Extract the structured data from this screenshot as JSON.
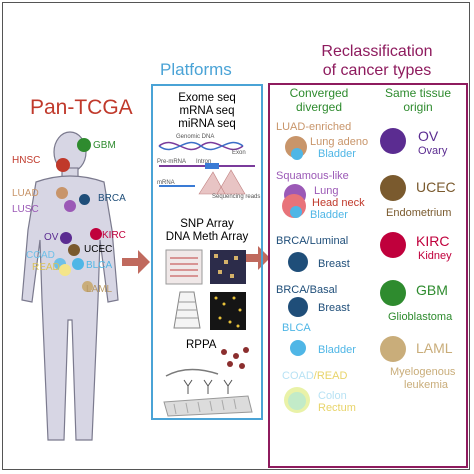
{
  "left_panel": {
    "title": "Pan-TCGA",
    "organs": [
      {
        "label": "GBM",
        "color": "#2e8b2e"
      },
      {
        "label": "HNSC",
        "color": "#c0392b"
      },
      {
        "label": "LUAD",
        "color": "#c8956a"
      },
      {
        "label": "LUSC",
        "color": "#9b59b6"
      },
      {
        "label": "BRCA",
        "color": "#1f4e79"
      },
      {
        "label": "OV",
        "color": "#5b2c91"
      },
      {
        "label": "KIRC",
        "color": "#c0003c"
      },
      {
        "label": "COAD",
        "color": "#6fc0e8"
      },
      {
        "label": "UCEC",
        "color": "#7a5a2e"
      },
      {
        "label": "READ",
        "color": "#f4e58a"
      },
      {
        "label": "BLCA",
        "color": "#4fb6e6"
      },
      {
        "label": "LAML",
        "color": "#c9ad7a"
      }
    ]
  },
  "platforms": {
    "title": "Platforms",
    "seq": [
      "Exome seq",
      "mRNA seq",
      "miRNA seq"
    ],
    "seq_diagram_labels": {
      "genomic_dna": "Genomic DNA",
      "exon": "Exon",
      "pre_mrna": "Pre-mRNA",
      "intron": "Intron",
      "mrna": "mRNA",
      "sequencing_reads": "Sequencing reads"
    },
    "arrays": [
      "SNP Array",
      "DNA Meth Array"
    ],
    "rppa": "RPPA"
  },
  "reclassification": {
    "title_line1": "Reclassification",
    "title_line2": "of cancer types",
    "col_left_head_1": "Converged",
    "col_left_head_2": "diverged",
    "col_right_head_1": "Same tissue",
    "col_right_head_2": "origin",
    "converged": [
      {
        "name": "LUAD-enriched",
        "name_color": "#c8956a",
        "subs": [
          "Lung adeno",
          "Bladder"
        ],
        "sub_colors": [
          "#c8956a",
          "#4fb6e6"
        ]
      },
      {
        "name": "Squamous-like",
        "name_color": "#9b59b6",
        "subs": [
          "Lung",
          "Head neck",
          "Bladder"
        ],
        "sub_colors": [
          "#9b59b6",
          "#c0392b",
          "#4fb6e6"
        ]
      },
      {
        "name": "BRCA/Luminal",
        "name_color": "#1f4e79",
        "subs": [
          "Breast"
        ],
        "sub_colors": [
          "#1f4e79"
        ]
      },
      {
        "name": "BRCA/Basal",
        "name_color": "#1f4e79",
        "subs": [
          "Breast"
        ],
        "sub_colors": [
          "#1f4e79"
        ]
      },
      {
        "name": "BLCA",
        "name_color": "#4fb6e6",
        "subs": [
          "Bladder"
        ],
        "sub_colors": [
          "#4fb6e6"
        ]
      },
      {
        "name_a": "COAD",
        "name_b": "/READ",
        "name_color_a": "#b8e2f4",
        "name_color_b": "#f4e58a",
        "subs": [
          "Colon",
          "Rectum"
        ],
        "sub_colors": [
          "#6fc0e8",
          "#f4e58a"
        ]
      }
    ],
    "same_tissue": [
      {
        "name": "OV",
        "sub": "Ovary",
        "color": "#5b2c91"
      },
      {
        "name": "UCEC",
        "sub": "Endometrium",
        "color": "#7a5a2e"
      },
      {
        "name": "KIRC",
        "sub": "Kidney",
        "color": "#c0003c"
      },
      {
        "name": "GBM",
        "sub": "Glioblastoma",
        "color": "#2e8b2e"
      },
      {
        "name": "LAML",
        "sub1": "Myelogenous",
        "sub2": "leukemia",
        "color": "#c9ad7a"
      }
    ]
  }
}
